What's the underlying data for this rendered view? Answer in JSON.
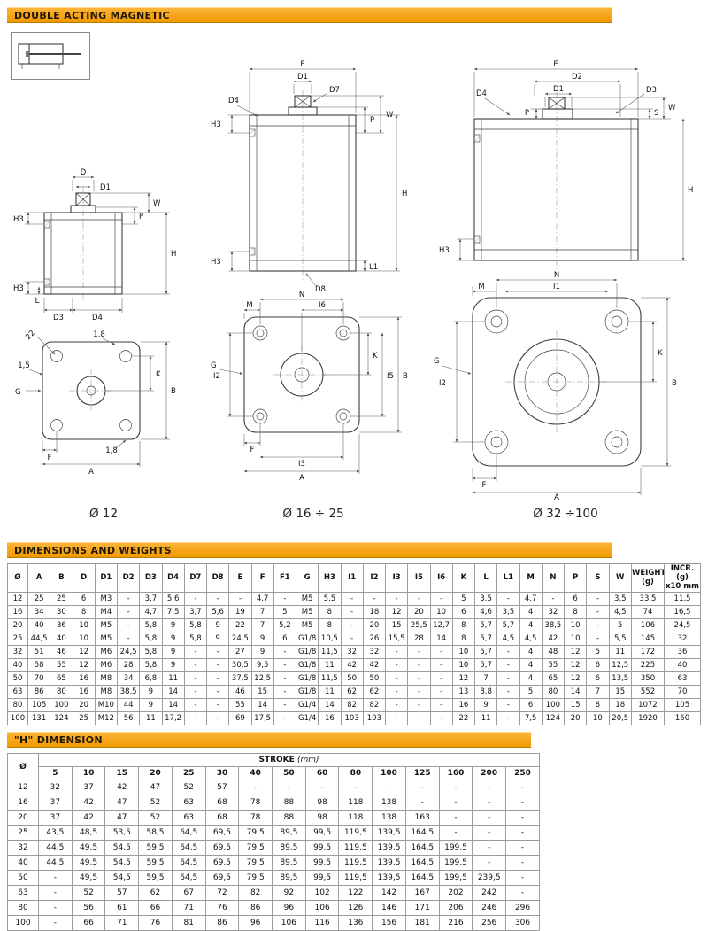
{
  "page": {
    "bar1": "DOUBLE ACTING MAGNETIC",
    "bar2": "DIMENSIONS AND WEIGHTS",
    "bar3": "\"H\" DIMENSION"
  },
  "figures": {
    "f1": {
      "caption": "Ø 12",
      "labels": {
        "D": "D",
        "D1": "D1",
        "P": "P",
        "W": "W",
        "H": "H",
        "H3a": "H3",
        "H3b": "H3",
        "L": "L",
        "D3": "D3",
        "D4": "D4",
        "diag22": "22",
        "r18top": "1,8",
        "r15": "1,5",
        "G": "G",
        "K": "K",
        "B": "B",
        "F": "F",
        "r18bot": "1,8",
        "A": "A"
      }
    },
    "f2": {
      "caption": "Ø 16 ÷ 25",
      "labels": {
        "E": "E",
        "D1": "D1",
        "D7": "D7",
        "D4": "D4",
        "P": "P",
        "W": "W",
        "H3a": "H3",
        "H3b": "H3",
        "H": "H",
        "L1": "L1",
        "D8": "D8",
        "N": "N",
        "I6": "I6",
        "M": "M",
        "I2": "I2",
        "G": "G",
        "K": "K",
        "I5": "I5",
        "B": "B",
        "F": "F",
        "I3": "I3",
        "A": "A"
      }
    },
    "f3": {
      "caption": "Ø 32 ÷100",
      "labels": {
        "E": "E",
        "D2": "D2",
        "D1": "D1",
        "D3": "D3",
        "D4": "D4",
        "P": "P",
        "S": "S",
        "W": "W",
        "H3": "H3",
        "H": "H",
        "N": "N",
        "I1": "I1",
        "M": "M",
        "I2": "I2",
        "G": "G",
        "K": "K",
        "B": "B",
        "F": "F",
        "A": "A"
      }
    }
  },
  "dims_table": {
    "columns": [
      "Ø",
      "A",
      "B",
      "D",
      "D1",
      "D2",
      "D3",
      "D4",
      "D7",
      "D8",
      "E",
      "F",
      "F1",
      "G",
      "H3",
      "I1",
      "I2",
      "I3",
      "I5",
      "I6",
      "K",
      "L",
      "L1",
      "M",
      "N",
      "P",
      "S",
      "W",
      "WEIGHT\n(g)",
      "INCR. (g)\nx10 mm"
    ],
    "rows": [
      [
        "12",
        "25",
        "25",
        "6",
        "M3",
        "-",
        "3,7",
        "5,6",
        "-",
        "-",
        "-",
        "4,7",
        "-",
        "M5",
        "5,5",
        "-",
        "-",
        "-",
        "-",
        "-",
        "5",
        "3,5",
        "-",
        "4,7",
        "-",
        "6",
        "-",
        "3,5",
        "33,5",
        "11,5"
      ],
      [
        "16",
        "34",
        "30",
        "8",
        "M4",
        "-",
        "4,7",
        "7,5",
        "3,7",
        "5,6",
        "19",
        "7",
        "5",
        "M5",
        "8",
        "-",
        "18",
        "12",
        "20",
        "10",
        "6",
        "4,6",
        "3,5",
        "4",
        "32",
        "8",
        "-",
        "4,5",
        "74",
        "16,5"
      ],
      [
        "20",
        "40",
        "36",
        "10",
        "M5",
        "-",
        "5,8",
        "9",
        "5,8",
        "9",
        "22",
        "7",
        "5,2",
        "M5",
        "8",
        "-",
        "20",
        "15",
        "25,5",
        "12,7",
        "8",
        "5,7",
        "5,7",
        "4",
        "38,5",
        "10",
        "-",
        "5",
        "106",
        "24,5"
      ],
      [
        "25",
        "44,5",
        "40",
        "10",
        "M5",
        "-",
        "5,8",
        "9",
        "5,8",
        "9",
        "24,5",
        "9",
        "6",
        "G1/8",
        "10,5",
        "-",
        "26",
        "15,5",
        "28",
        "14",
        "8",
        "5,7",
        "4,5",
        "4,5",
        "42",
        "10",
        "-",
        "5,5",
        "145",
        "32"
      ],
      [
        "32",
        "51",
        "46",
        "12",
        "M6",
        "24,5",
        "5,8",
        "9",
        "-",
        "-",
        "27",
        "9",
        "-",
        "G1/8",
        "11,5",
        "32",
        "32",
        "-",
        "-",
        "-",
        "10",
        "5,7",
        "-",
        "4",
        "48",
        "12",
        "5",
        "11",
        "172",
        "36"
      ],
      [
        "40",
        "58",
        "55",
        "12",
        "M6",
        "28",
        "5,8",
        "9",
        "-",
        "-",
        "30,5",
        "9,5",
        "-",
        "G1/8",
        "11",
        "42",
        "42",
        "-",
        "-",
        "-",
        "10",
        "5,7",
        "-",
        "4",
        "55",
        "12",
        "6",
        "12,5",
        "225",
        "40"
      ],
      [
        "50",
        "70",
        "65",
        "16",
        "M8",
        "34",
        "6,8",
        "11",
        "-",
        "-",
        "37,5",
        "12,5",
        "-",
        "G1/8",
        "11,5",
        "50",
        "50",
        "-",
        "-",
        "-",
        "12",
        "7",
        "-",
        "4",
        "65",
        "12",
        "6",
        "13,5",
        "350",
        "63"
      ],
      [
        "63",
        "86",
        "80",
        "16",
        "M8",
        "38,5",
        "9",
        "14",
        "-",
        "-",
        "46",
        "15",
        "-",
        "G1/8",
        "11",
        "62",
        "62",
        "-",
        "-",
        "-",
        "13",
        "8,8",
        "-",
        "5",
        "80",
        "14",
        "7",
        "15",
        "552",
        "70"
      ],
      [
        "80",
        "105",
        "100",
        "20",
        "M10",
        "44",
        "9",
        "14",
        "-",
        "-",
        "55",
        "14",
        "-",
        "G1/4",
        "14",
        "82",
        "82",
        "-",
        "-",
        "-",
        "16",
        "9",
        "-",
        "6",
        "100",
        "15",
        "8",
        "18",
        "1072",
        "105"
      ],
      [
        "100",
        "131",
        "124",
        "25",
        "M12",
        "56",
        "11",
        "17,2",
        "-",
        "-",
        "69",
        "17,5",
        "-",
        "G1/4",
        "16",
        "103",
        "103",
        "-",
        "-",
        "-",
        "22",
        "11",
        "-",
        "7,5",
        "124",
        "20",
        "10",
        "20,5",
        "1920",
        "160"
      ]
    ]
  },
  "h_table": {
    "dia_header": "Ø",
    "stroke_label": "STROKE",
    "stroke_unit": "(mm)",
    "strokes": [
      "5",
      "10",
      "15",
      "20",
      "25",
      "30",
      "40",
      "50",
      "60",
      "80",
      "100",
      "125",
      "160",
      "200",
      "250"
    ],
    "rows": [
      [
        "12",
        "32",
        "37",
        "42",
        "47",
        "52",
        "57",
        "-",
        "-",
        "-",
        "-",
        "-",
        "-",
        "-",
        "-",
        "-"
      ],
      [
        "16",
        "37",
        "42",
        "47",
        "52",
        "63",
        "68",
        "78",
        "88",
        "98",
        "118",
        "138",
        "-",
        "-",
        "-",
        "-"
      ],
      [
        "20",
        "37",
        "42",
        "47",
        "52",
        "63",
        "68",
        "78",
        "88",
        "98",
        "118",
        "138",
        "163",
        "-",
        "-",
        "-"
      ],
      [
        "25",
        "43,5",
        "48,5",
        "53,5",
        "58,5",
        "64,5",
        "69,5",
        "79,5",
        "89,5",
        "99,5",
        "119,5",
        "139,5",
        "164,5",
        "-",
        "-",
        "-"
      ],
      [
        "32",
        "44,5",
        "49,5",
        "54,5",
        "59,5",
        "64,5",
        "69,5",
        "79,5",
        "89,5",
        "99,5",
        "119,5",
        "139,5",
        "164,5",
        "199,5",
        "-",
        "-"
      ],
      [
        "40",
        "44,5",
        "49,5",
        "54,5",
        "59,5",
        "64,5",
        "69,5",
        "79,5",
        "89,5",
        "99,5",
        "119,5",
        "139,5",
        "164,5",
        "199,5",
        "-",
        "-"
      ],
      [
        "50",
        "-",
        "49,5",
        "54,5",
        "59,5",
        "64,5",
        "69,5",
        "79,5",
        "89,5",
        "99,5",
        "119,5",
        "139,5",
        "164,5",
        "199,5",
        "239,5",
        "-"
      ],
      [
        "63",
        "-",
        "52",
        "57",
        "62",
        "67",
        "72",
        "82",
        "92",
        "102",
        "122",
        "142",
        "167",
        "202",
        "242",
        "-"
      ],
      [
        "80",
        "-",
        "56",
        "61",
        "66",
        "71",
        "76",
        "86",
        "96",
        "106",
        "126",
        "146",
        "171",
        "206",
        "246",
        "296"
      ],
      [
        "100",
        "-",
        "66",
        "71",
        "76",
        "81",
        "86",
        "96",
        "106",
        "116",
        "136",
        "156",
        "181",
        "216",
        "256",
        "306"
      ]
    ]
  }
}
